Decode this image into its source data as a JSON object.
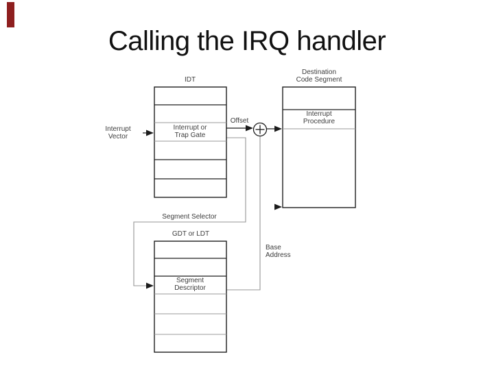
{
  "slide": {
    "title": "Calling the IRQ handler"
  },
  "colors": {
    "accent_bar": "#8e1f1f",
    "line_black": "#1c1c1c",
    "line_gray": "#949494",
    "label_text": "#3c3c3c"
  },
  "diagram": {
    "idt_label": "IDT",
    "gate_row": "Interrupt or\nTrap Gate",
    "interrupt_vector": "Interrupt\nVector",
    "offset": "Offset",
    "destination_label": "Destination\nCode Segment",
    "interrupt_procedure": "Interrupt\nProcedure",
    "segment_selector": "Segment Selector",
    "gdt_label": "GDT or LDT",
    "segment_descriptor": "Segment\nDescriptor",
    "base_address": "Base\nAddress"
  }
}
